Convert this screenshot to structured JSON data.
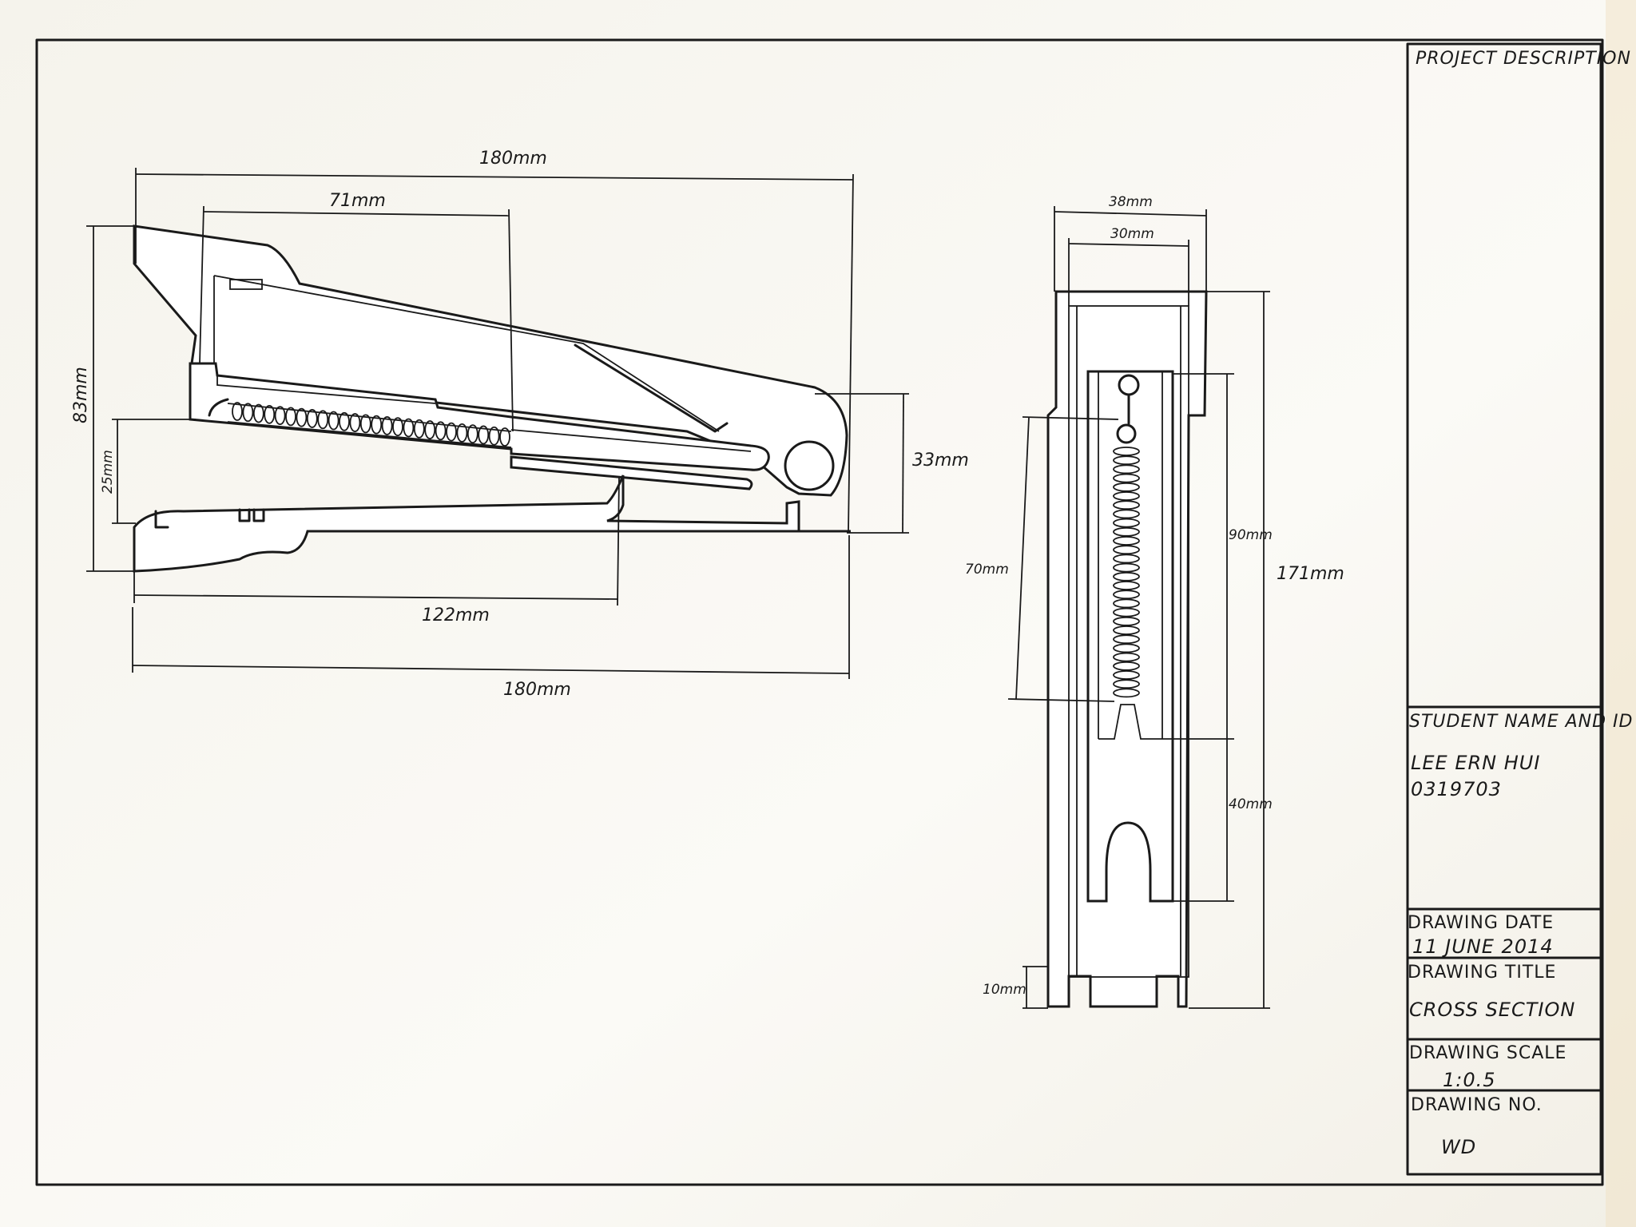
{
  "dimensions": {
    "side": {
      "total_length_top": "180mm",
      "magazine_length": "71mm",
      "height": "83mm",
      "gap": "25mm",
      "base_height": "33mm",
      "anvil_length": "122mm",
      "total_length_bottom": "180mm"
    },
    "front": {
      "outer_width": "38mm",
      "inner_width": "30mm",
      "total_height": "171mm",
      "spring_section": "90mm",
      "spring_length": "70mm",
      "lower_section": "40mm",
      "foot_height": "10mm"
    }
  },
  "title_block": {
    "project_description_label": "PROJECT DESCRIPTION",
    "student_label": "STUDENT NAME AND ID",
    "student_name": "LEE ERN HUI",
    "student_id": "0319703",
    "date_label": "DRAWING DATE",
    "date_value": "11 JUNE 2014",
    "title_label": "DRAWING TITLE",
    "title_value": "CROSS SECTION",
    "scale_label": "DRAWING SCALE",
    "scale_value": "1:0.5",
    "number_label": "DRAWING NO.",
    "number_value": "WD"
  }
}
